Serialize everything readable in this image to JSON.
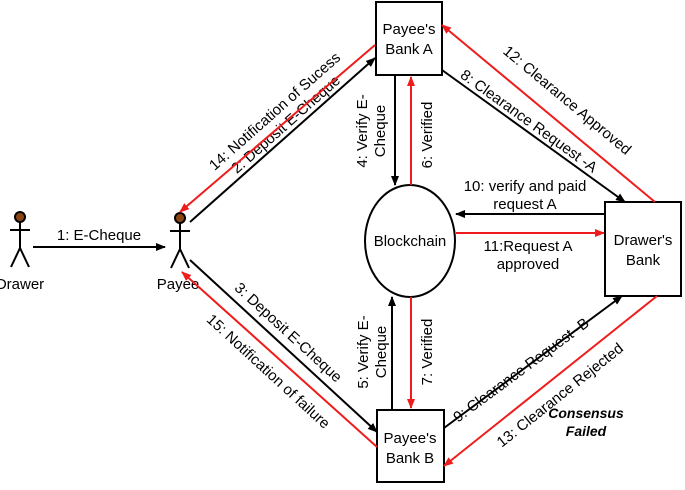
{
  "colors": {
    "black": "#000000",
    "red": "#ee1c1c"
  },
  "icons": [
    "person-icon",
    "person-icon"
  ],
  "actors": {
    "drawer": {
      "label": "Drawer"
    },
    "payee": {
      "label": "Payee"
    }
  },
  "nodes": {
    "bank_a": {
      "line1": "Payee's",
      "line2": "Bank A"
    },
    "bank_b": {
      "line1": "Payee's",
      "line2": "Bank B"
    },
    "drawers_bank": {
      "line1": "Drawer's",
      "line2": "Bank"
    },
    "blockchain": {
      "label": "Blockchain"
    }
  },
  "edges": {
    "e1": "1: E-Cheque",
    "e2": "2: Deposit E-Cheque",
    "e3": "3: Deposit E-Cheque",
    "e4_line1": "4: Verify E-",
    "e4_line2": "Cheque",
    "e5_line1": "5: Verify E-",
    "e5_line2": "Cheque",
    "e6": "6: Verified",
    "e7": "7: Verified",
    "e8": "8: Clearance Request -A",
    "e9": "9: Clearance Request -B",
    "e10_line1": "10: verify and paid",
    "e10_line2": "request A",
    "e11_line1": "11:Request A",
    "e11_line2": "approved",
    "e12": "12: Clearance Approved",
    "e13": "13: Clearance Rejected",
    "e14": "14: Notification of Sucess",
    "e15": "15: Notification of failure",
    "consensus_line1": "Consensus",
    "consensus_line2": "Failed"
  }
}
